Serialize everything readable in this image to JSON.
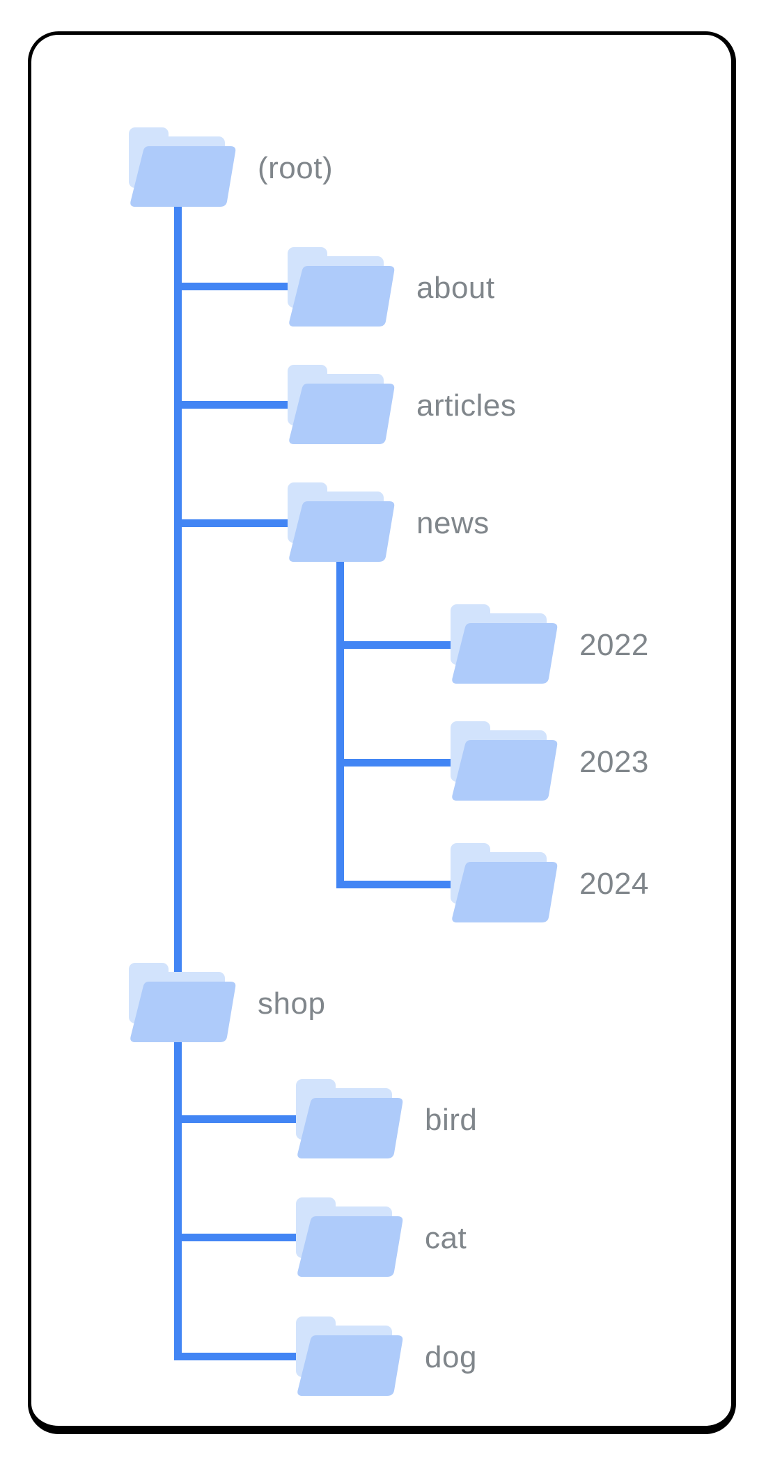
{
  "diagram": {
    "type": "folder-tree",
    "description": "Site folder structure diagram inside a rounded black-bordered card",
    "nodes": [
      {
        "id": "root",
        "label": "(root)",
        "parent": null,
        "depth": 0
      },
      {
        "id": "about",
        "label": "about",
        "parent": "root",
        "depth": 1
      },
      {
        "id": "articles",
        "label": "articles",
        "parent": "root",
        "depth": 1
      },
      {
        "id": "news",
        "label": "news",
        "parent": "root",
        "depth": 1
      },
      {
        "id": "2022",
        "label": "2022",
        "parent": "news",
        "depth": 2
      },
      {
        "id": "2023",
        "label": "2023",
        "parent": "news",
        "depth": 2
      },
      {
        "id": "2024",
        "label": "2024",
        "parent": "news",
        "depth": 2
      },
      {
        "id": "shop",
        "label": "shop",
        "parent": "root",
        "depth": 1
      },
      {
        "id": "bird",
        "label": "bird",
        "parent": "shop",
        "depth": 2
      },
      {
        "id": "cat",
        "label": "cat",
        "parent": "shop",
        "depth": 2
      },
      {
        "id": "dog",
        "label": "dog",
        "parent": "shop",
        "depth": 2
      }
    ]
  },
  "icons": {
    "folder": "folder-icon"
  },
  "colors": {
    "connector_blue": "#4285F4",
    "folder_front": "#AECBFA",
    "folder_back": "#D2E3FC",
    "label_gray": "#80868B",
    "card_border": "#000000",
    "card_background": "#FFFFFF"
  }
}
